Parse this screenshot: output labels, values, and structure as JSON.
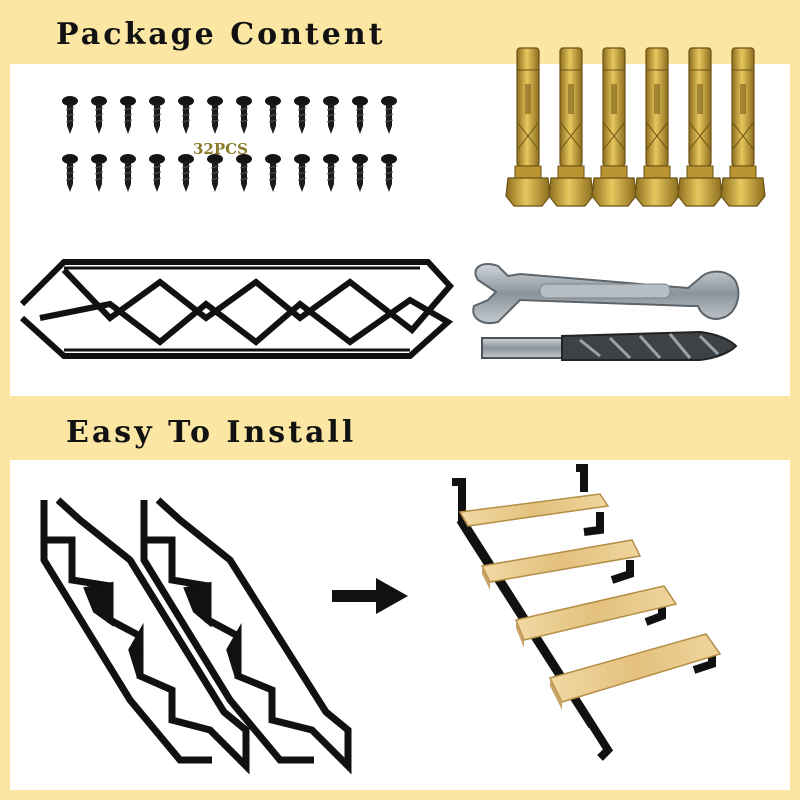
{
  "banners": {
    "package": "Package Content",
    "install": "Easy To Install"
  },
  "screws": {
    "count_label": "32PCS",
    "rows": 2,
    "per_row_visible": 12
  },
  "anchor_bolts": {
    "count": 6
  },
  "icons": {
    "arrow": "right-arrow-icon"
  },
  "colors": {
    "background": "#fbe7a3",
    "panel": "#ffffff",
    "stringer": "#111111",
    "wood": "#e8c98a",
    "bolt": "#c9a43a",
    "steel": "#9aa3aa"
  }
}
